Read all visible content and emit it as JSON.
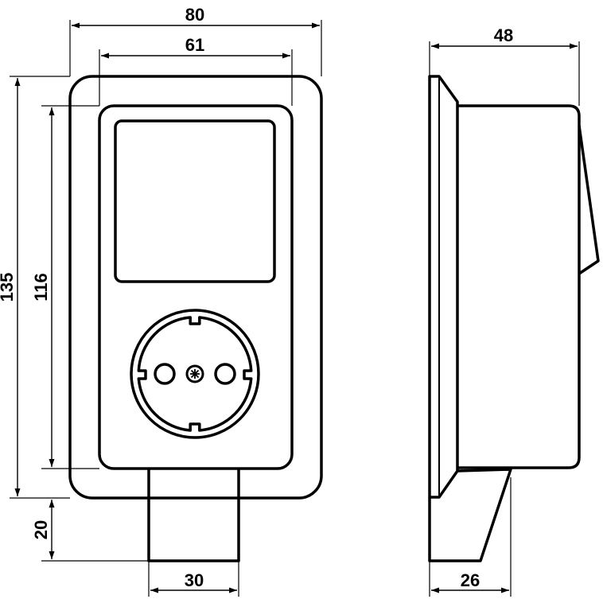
{
  "dimensions": {
    "overall_width": "80",
    "inner_width": "61",
    "overall_height": "135",
    "inner_height": "116",
    "plug_height": "20",
    "plug_width": "30",
    "overall_depth": "48",
    "base_depth": "26"
  }
}
